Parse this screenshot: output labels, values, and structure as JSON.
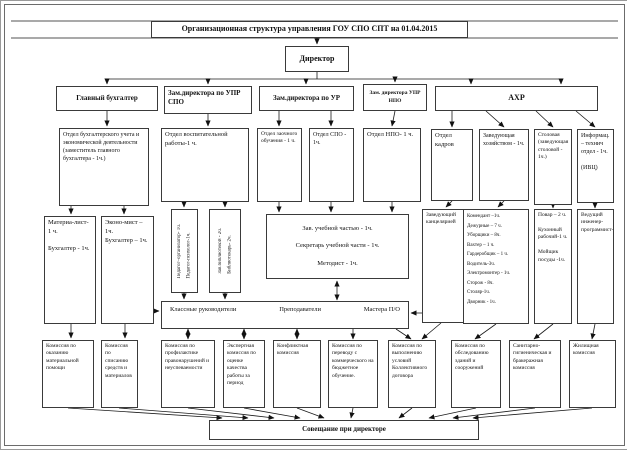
{
  "title": "Организационная структура управления ГОУ СПО СПТ на 01.04.2015",
  "nodes": {
    "director": "Директор",
    "chief_accountant": "Главный бухгалтер",
    "deputy_upr_spo": "Зам.директора по УПР СПО",
    "deputy_ur": "Зам.директора по УР",
    "deputy_upr_npo": "Зам. директора УПР НПО",
    "ahr": "АХР",
    "accounting_dept": "Отдел бухгалтерского учета и экономической деятельности (заместитель главного бухгалтера - 1ч.)",
    "education_work_dept": "Отдел воспитательной работы-1 ч.",
    "correspondence_dept": "Отдел заочного обучения - 1 ч.",
    "spo_dept": "Отдел СПО - 1ч.",
    "npo_dept": "Отдел НПО- 1 ч.",
    "hr_dept": "Отдел кадров",
    "household_head": "Заведующая хозяйством - 1ч.",
    "canteen": "Столовая (заведующая столовой - 1ч.)",
    "it_dept": "Информац. – технич отдел - 1ч.\n\n(ИВЦ)",
    "materialist": "Материа-лист- 1 ч.\n\nБухгалтер - 1ч.",
    "economist": "Эконо-мист – 1ч.\nБухгалтер – 1ч.",
    "pedagog": "Педагог–организатор- 1ч.\nПедагог-психолог-1ч.",
    "library": "Зав.библиотекой - 2ч.\nБиблиотекарь- 2ч.",
    "study_part": "Зав. учебной частью - 1ч.\n\nСекретарь учебной части - 1ч.\n\nМетодист - 1ч.",
    "chancellery": "Заведующий канцелярией",
    "commandant": "Комендант –1ч.\nДежурные – 7 ч.\nУборщики – 8ч.\nВахтер – 1 ч.\nГардеробщик – 1 ч.\nВодитель-3ч.\nЭлектромонтер - 1ч.\nСторож - 8ч.\nСтоляр-1ч.\nДворник - 1ч.",
    "cook": "Повар – 2 ч.\n\nКухонный рабочий-1 ч.\n\nМойщик посуды -1ч.",
    "engineer": "Ведущий инженер-программист-1ч."
  },
  "staff_bar": {
    "class_leaders": "Классные руководители",
    "teachers": "Преподаватели",
    "masters": "Мастера П/О"
  },
  "commissions": [
    "Комиссия по оказанию материальной помощи",
    "Комиссия по списанию средств и материалов",
    "Комиссия по профилактике правонарушений и неуспеваемости",
    "Экспертная комиссия по оценке качества работы за период",
    "Конфликтная комиссия",
    "Комиссия по переводу с коммерческого на бюджетное обучение.",
    "Комиссия по выполнению условий Коллективного договора",
    "Комиссия по обследованию зданий и сооружений",
    "Санитарно-гигиеническая и бракеражная комиссия",
    "Жилищная комиссия"
  ],
  "meeting": "Совещание при директоре"
}
